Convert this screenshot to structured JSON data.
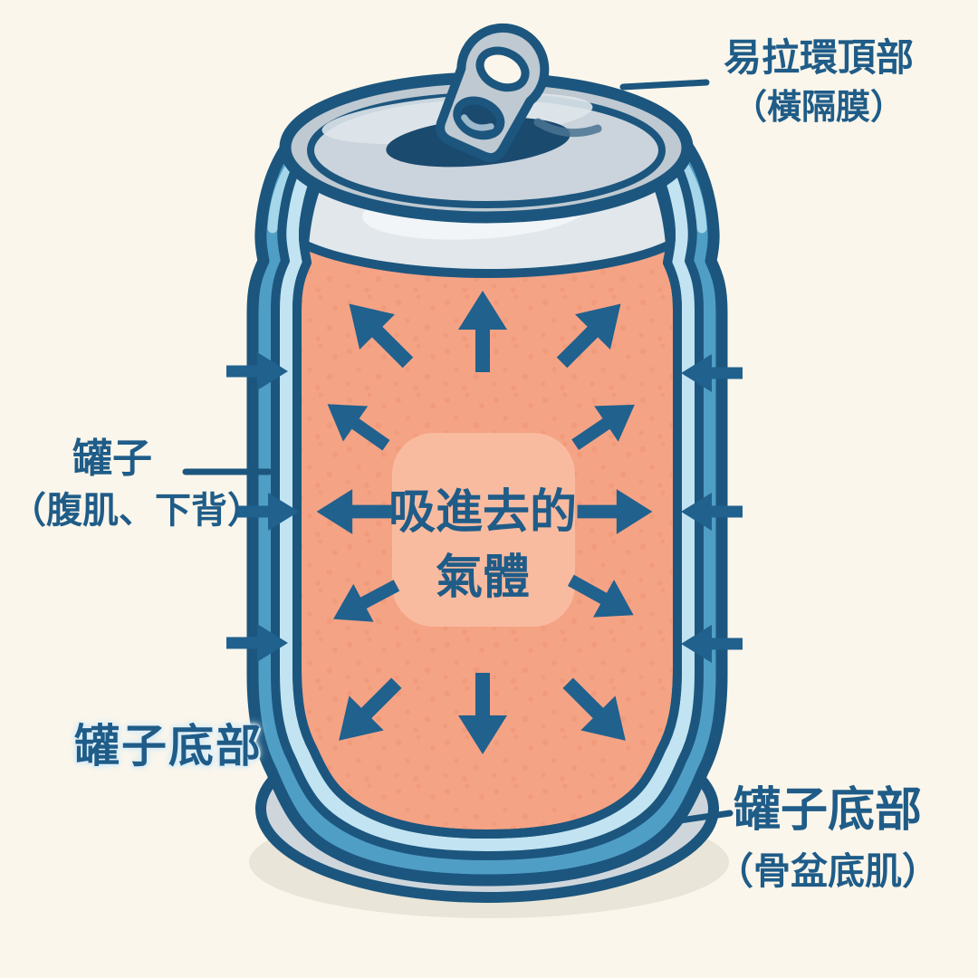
{
  "labels": {
    "pull_tab": {
      "line1": "易拉環頂部",
      "line2": "（橫隔膜）"
    },
    "can_wall": {
      "line1": "罐子",
      "line2": "（腹肌、下背）"
    },
    "inhaled_air": {
      "line1": "吸進去的",
      "line2": "氣體"
    },
    "can_bottom_left": {
      "text": "罐子底部"
    },
    "can_bottom_right": {
      "line1": "罐子底部",
      "line2": "（骨盆底肌）"
    }
  },
  "arrows": {
    "interior_outward_directions": [
      "up-left",
      "up",
      "up-right",
      "upper-left",
      "upper-right",
      "left",
      "right",
      "lower-left",
      "lower-right",
      "down-left",
      "down",
      "down-right"
    ],
    "exterior_inward_left_count": 3,
    "exterior_inward_right_count": 3
  },
  "icons": {
    "pull_tab": "pull-tab-icon",
    "can": "soda-can-cutaway"
  },
  "colors": {
    "background": "#FBF6EB",
    "outline": "#1C567E",
    "text": "#1F5C88",
    "arrow": "#20618E",
    "can-blue": "#4F9EC6",
    "light-blue": "#C2E3F1",
    "lid-gray": "#BFC9D1",
    "lid-gray-2": "#CBD4DC",
    "dome-gray": "#E1E7EB",
    "dome-highlight": "#F2F5F7",
    "interior-orange": "#F5A385",
    "speckle": "#EC8A64",
    "center-patch": "#F9BB9F",
    "hole-dark": "#1B4A6F",
    "base-gray": "#CED6DC",
    "base-highlight": "#E2E7EA",
    "shadow": "#E9E5D8",
    "tab-crescent": "#9DB9CC",
    "lid-swoosh": "#4A7392",
    "lid-highlight": "#DFE6EA",
    "shoulder-highlight": "#A6D6E9"
  }
}
